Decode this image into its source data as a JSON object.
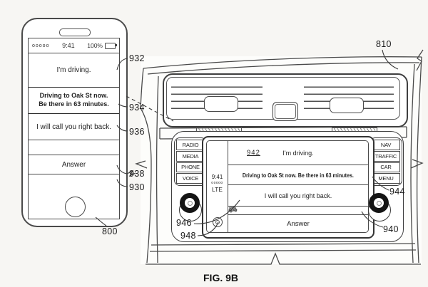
{
  "figure_label": "FIG. 9B",
  "colors": {
    "line": "#3a3a3a",
    "ink": "#1c1c1c",
    "paper": "#f7f6f3"
  },
  "phone": {
    "status": {
      "carrier_dots": "ooooo",
      "time": "9:41",
      "battery_pct": "100%"
    },
    "incoming_message": "I'm driving.",
    "reply_highlighted_line1": "Driving to Oak St now.",
    "reply_highlighted_line2": "Be there in 63 minutes.",
    "reply_secondary": "I will call you right back.",
    "answer_label": "Answer"
  },
  "car_display": {
    "status": {
      "time": "9:41",
      "signal_dots": "ooooo",
      "network": "LTE"
    },
    "incoming_message": "I'm driving.",
    "reply_highlighted": "Driving to Oak St now. Be there in 63 minutes.",
    "reply_secondary": "I will call you right back.",
    "answer_label": "Answer",
    "left_buttons": [
      "RADIO",
      "MEDIA",
      "PHONE",
      "VOICE"
    ],
    "right_buttons": [
      "NAV",
      "TRAFFIC",
      "CAR",
      "MENU"
    ]
  },
  "references": {
    "phone": "800",
    "dashboard": "810",
    "phone_screen": "930",
    "incoming_row": "932",
    "highlighted_row": "934",
    "secondary_row": "936",
    "answer_row": "938",
    "car_screen": "940",
    "car_overlay": "942",
    "right_button_panel": "944",
    "left_knob": "946",
    "voice_button": "948"
  },
  "icons": {
    "strip": [
      "handset-top-icon",
      "chat-bubble-icon",
      "phone-handset-icon"
    ],
    "sidebar": "voice-circle-icon",
    "phone_home": "home-button-icon",
    "battery": "battery-icon"
  }
}
